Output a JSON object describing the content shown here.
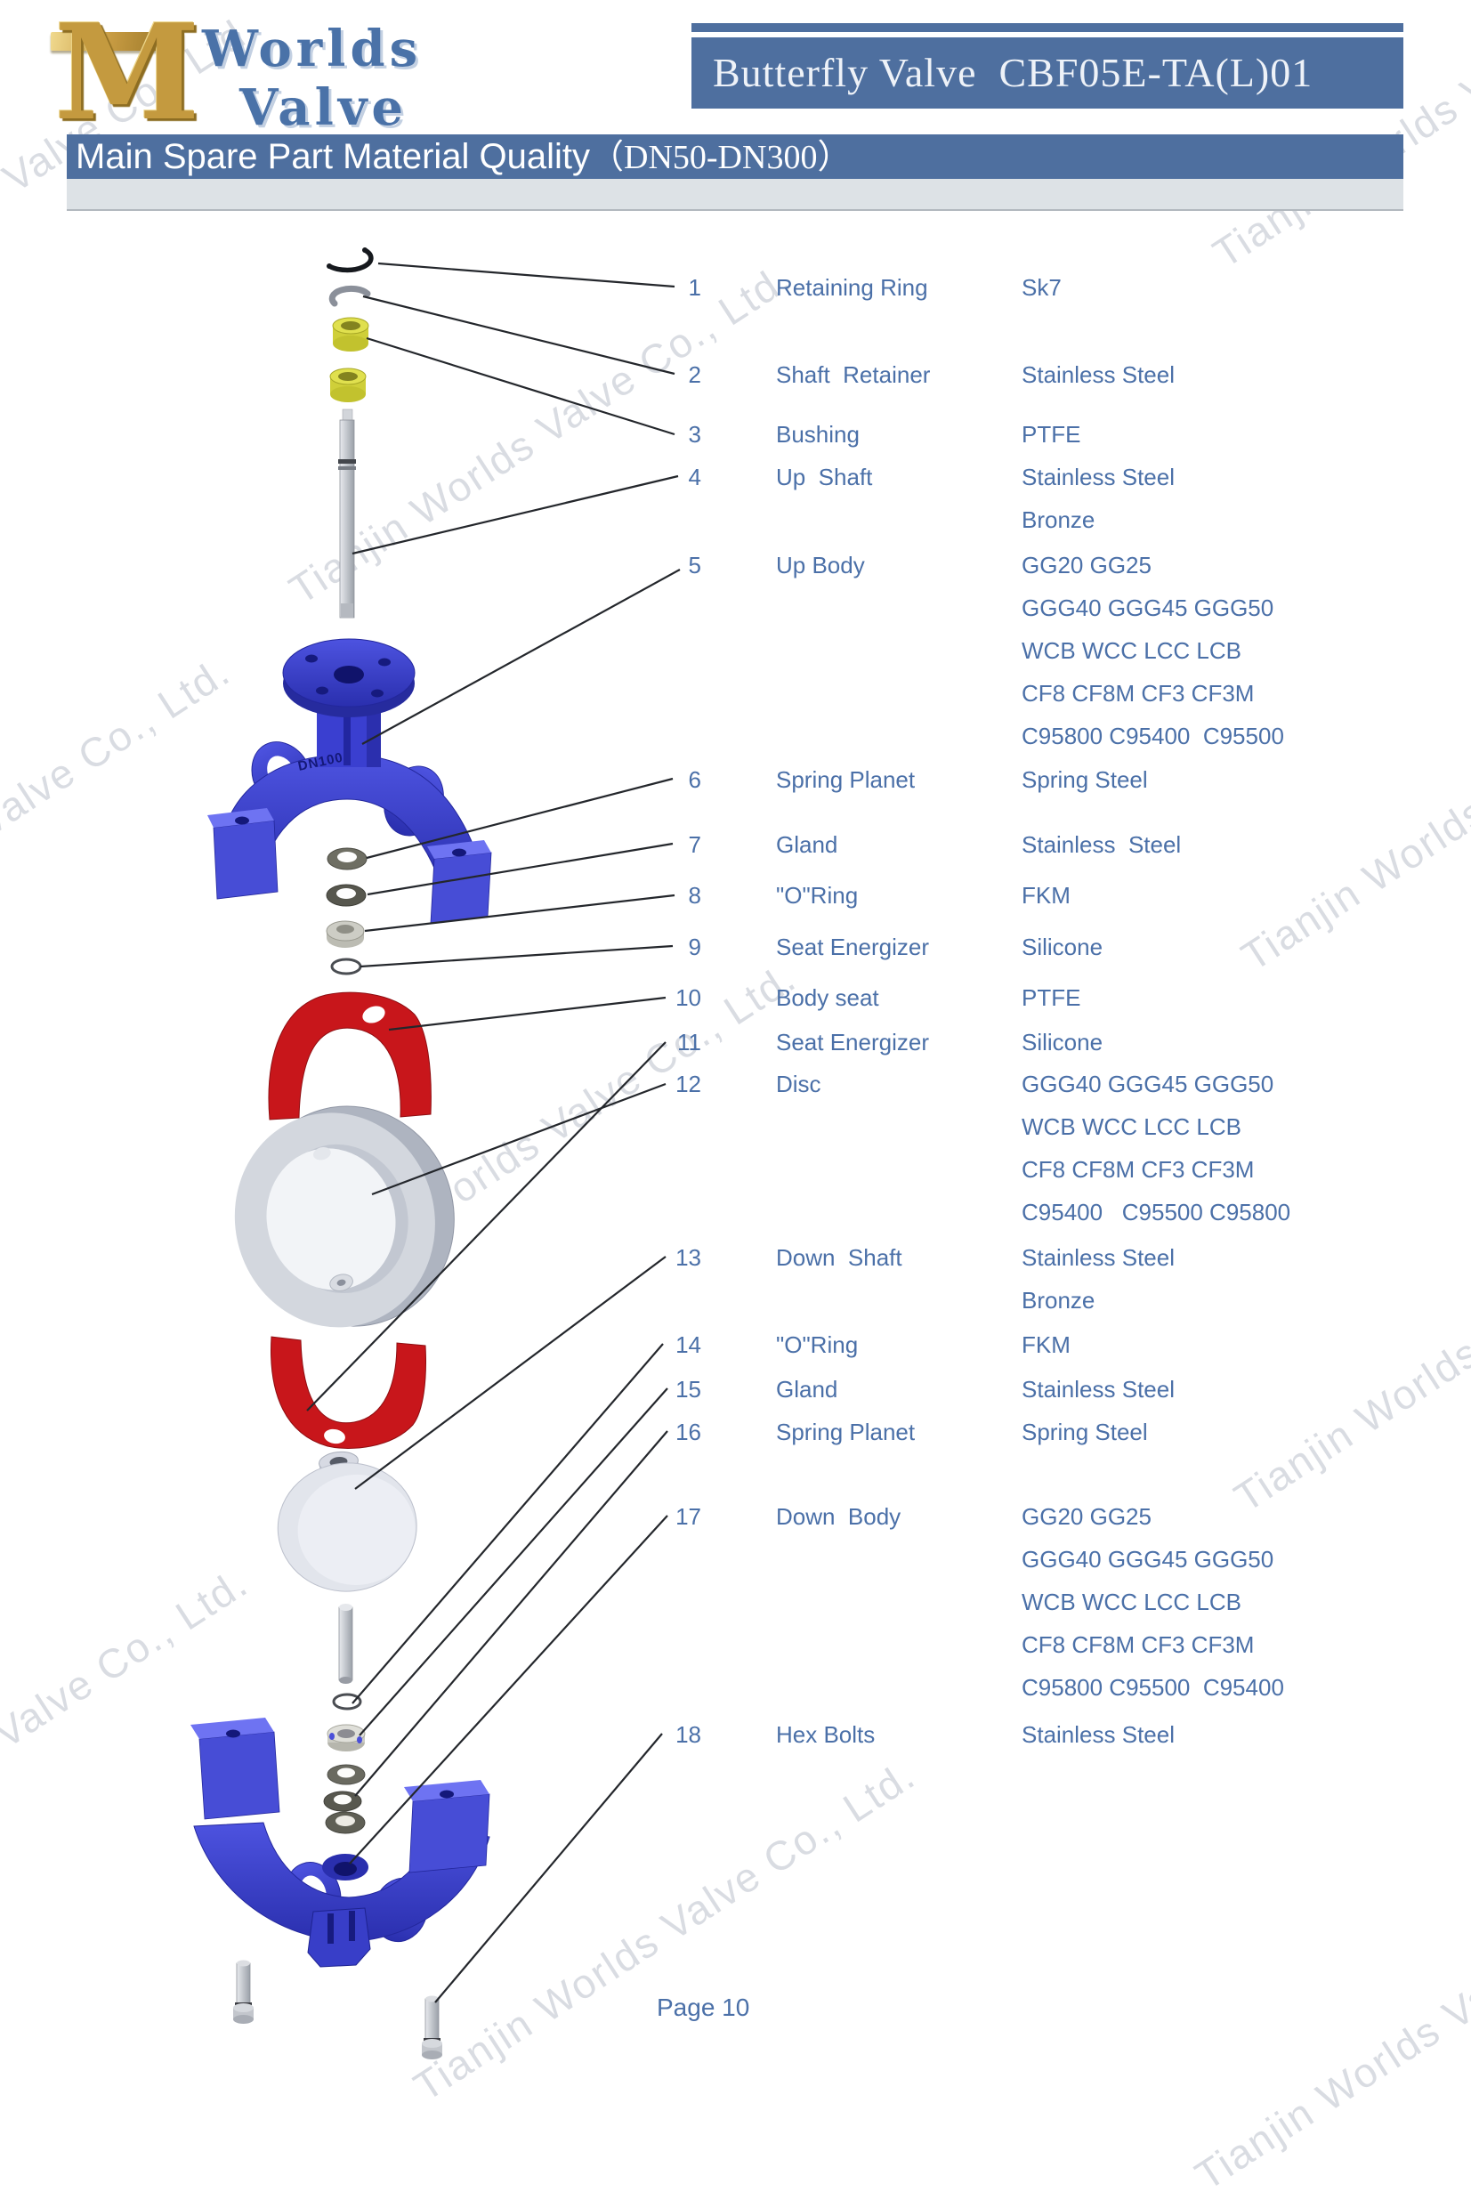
{
  "header": {
    "logo": {
      "monogram": "M",
      "name_line1": "Worlds",
      "name_line2": "Valve"
    },
    "doc_title": "Butterfly Valve  CBF05E-TA(L)01",
    "section_title": "Main Spare Part Material Quality",
    "section_range": "（DN50-DN300）"
  },
  "watermark": {
    "text": "Tianjin Worlds Valve Co., Ltd."
  },
  "diagram": {
    "body_marking": "DN100"
  },
  "parts": [
    {
      "no": "1",
      "name": "Retaining Ring",
      "materials": [
        "Sk7"
      ]
    },
    {
      "no": "2",
      "name": "Shaft  Retainer",
      "materials": [
        "Stainless Steel"
      ]
    },
    {
      "no": "3",
      "name": "Bushing",
      "materials": [
        "PTFE"
      ]
    },
    {
      "no": "4",
      "name": "Up  Shaft",
      "materials": [
        "Stainless Steel",
        "Bronze"
      ]
    },
    {
      "no": "5",
      "name": "Up Body",
      "materials": [
        "GG20 GG25",
        "GGG40 GGG45 GGG50",
        "WCB WCC LCC LCB",
        "CF8 CF8M CF3 CF3M",
        "C95800 C95400  C95500"
      ]
    },
    {
      "no": "6",
      "name": "Spring Planet",
      "materials": [
        "Spring Steel"
      ]
    },
    {
      "no": "7",
      "name": "Gland",
      "materials": [
        "Stainless  Steel"
      ]
    },
    {
      "no": "8",
      "name": "\"O\"Ring",
      "materials": [
        "FKM"
      ]
    },
    {
      "no": "9",
      "name": "Seat Energizer",
      "materials": [
        "Silicone"
      ]
    },
    {
      "no": "10",
      "name": "Body seat",
      "materials": [
        "PTFE"
      ]
    },
    {
      "no": "11",
      "name": "Seat Energizer",
      "materials": [
        "Silicone"
      ]
    },
    {
      "no": "12",
      "name": "Disc",
      "materials": [
        "GGG40 GGG45 GGG50",
        "WCB WCC LCC LCB",
        "CF8 CF8M CF3 CF3M",
        "C95400   C95500 C95800"
      ]
    },
    {
      "no": "13",
      "name": "Down  Shaft",
      "materials": [
        "Stainless Steel",
        "Bronze"
      ]
    },
    {
      "no": "14",
      "name": "\"O\"Ring",
      "materials": [
        "FKM"
      ]
    },
    {
      "no": "15",
      "name": "Gland",
      "materials": [
        "Stainless Steel"
      ]
    },
    {
      "no": "16",
      "name": "Spring Planet",
      "materials": [
        "Spring Steel"
      ]
    },
    {
      "no": "17",
      "name": "Down  Body",
      "materials": [
        "GG20 GG25",
        "GGG40 GGG45 GGG50",
        "WCB WCC LCC LCB",
        "CF8 CF8M CF3 CF3M",
        "C95800 C95500  C95400"
      ]
    },
    {
      "no": "18",
      "name": "Hex Bolts",
      "materials": [
        "Stainless Steel"
      ]
    }
  ],
  "footer": {
    "page_label": "Page 10"
  },
  "colors": {
    "accent_blue": "#4e6f9f",
    "text_blue": "#4b70a8",
    "body_blue": "#3b40cc",
    "seat_red": "#c8161b",
    "bushing_yellow": "#d8d838"
  }
}
